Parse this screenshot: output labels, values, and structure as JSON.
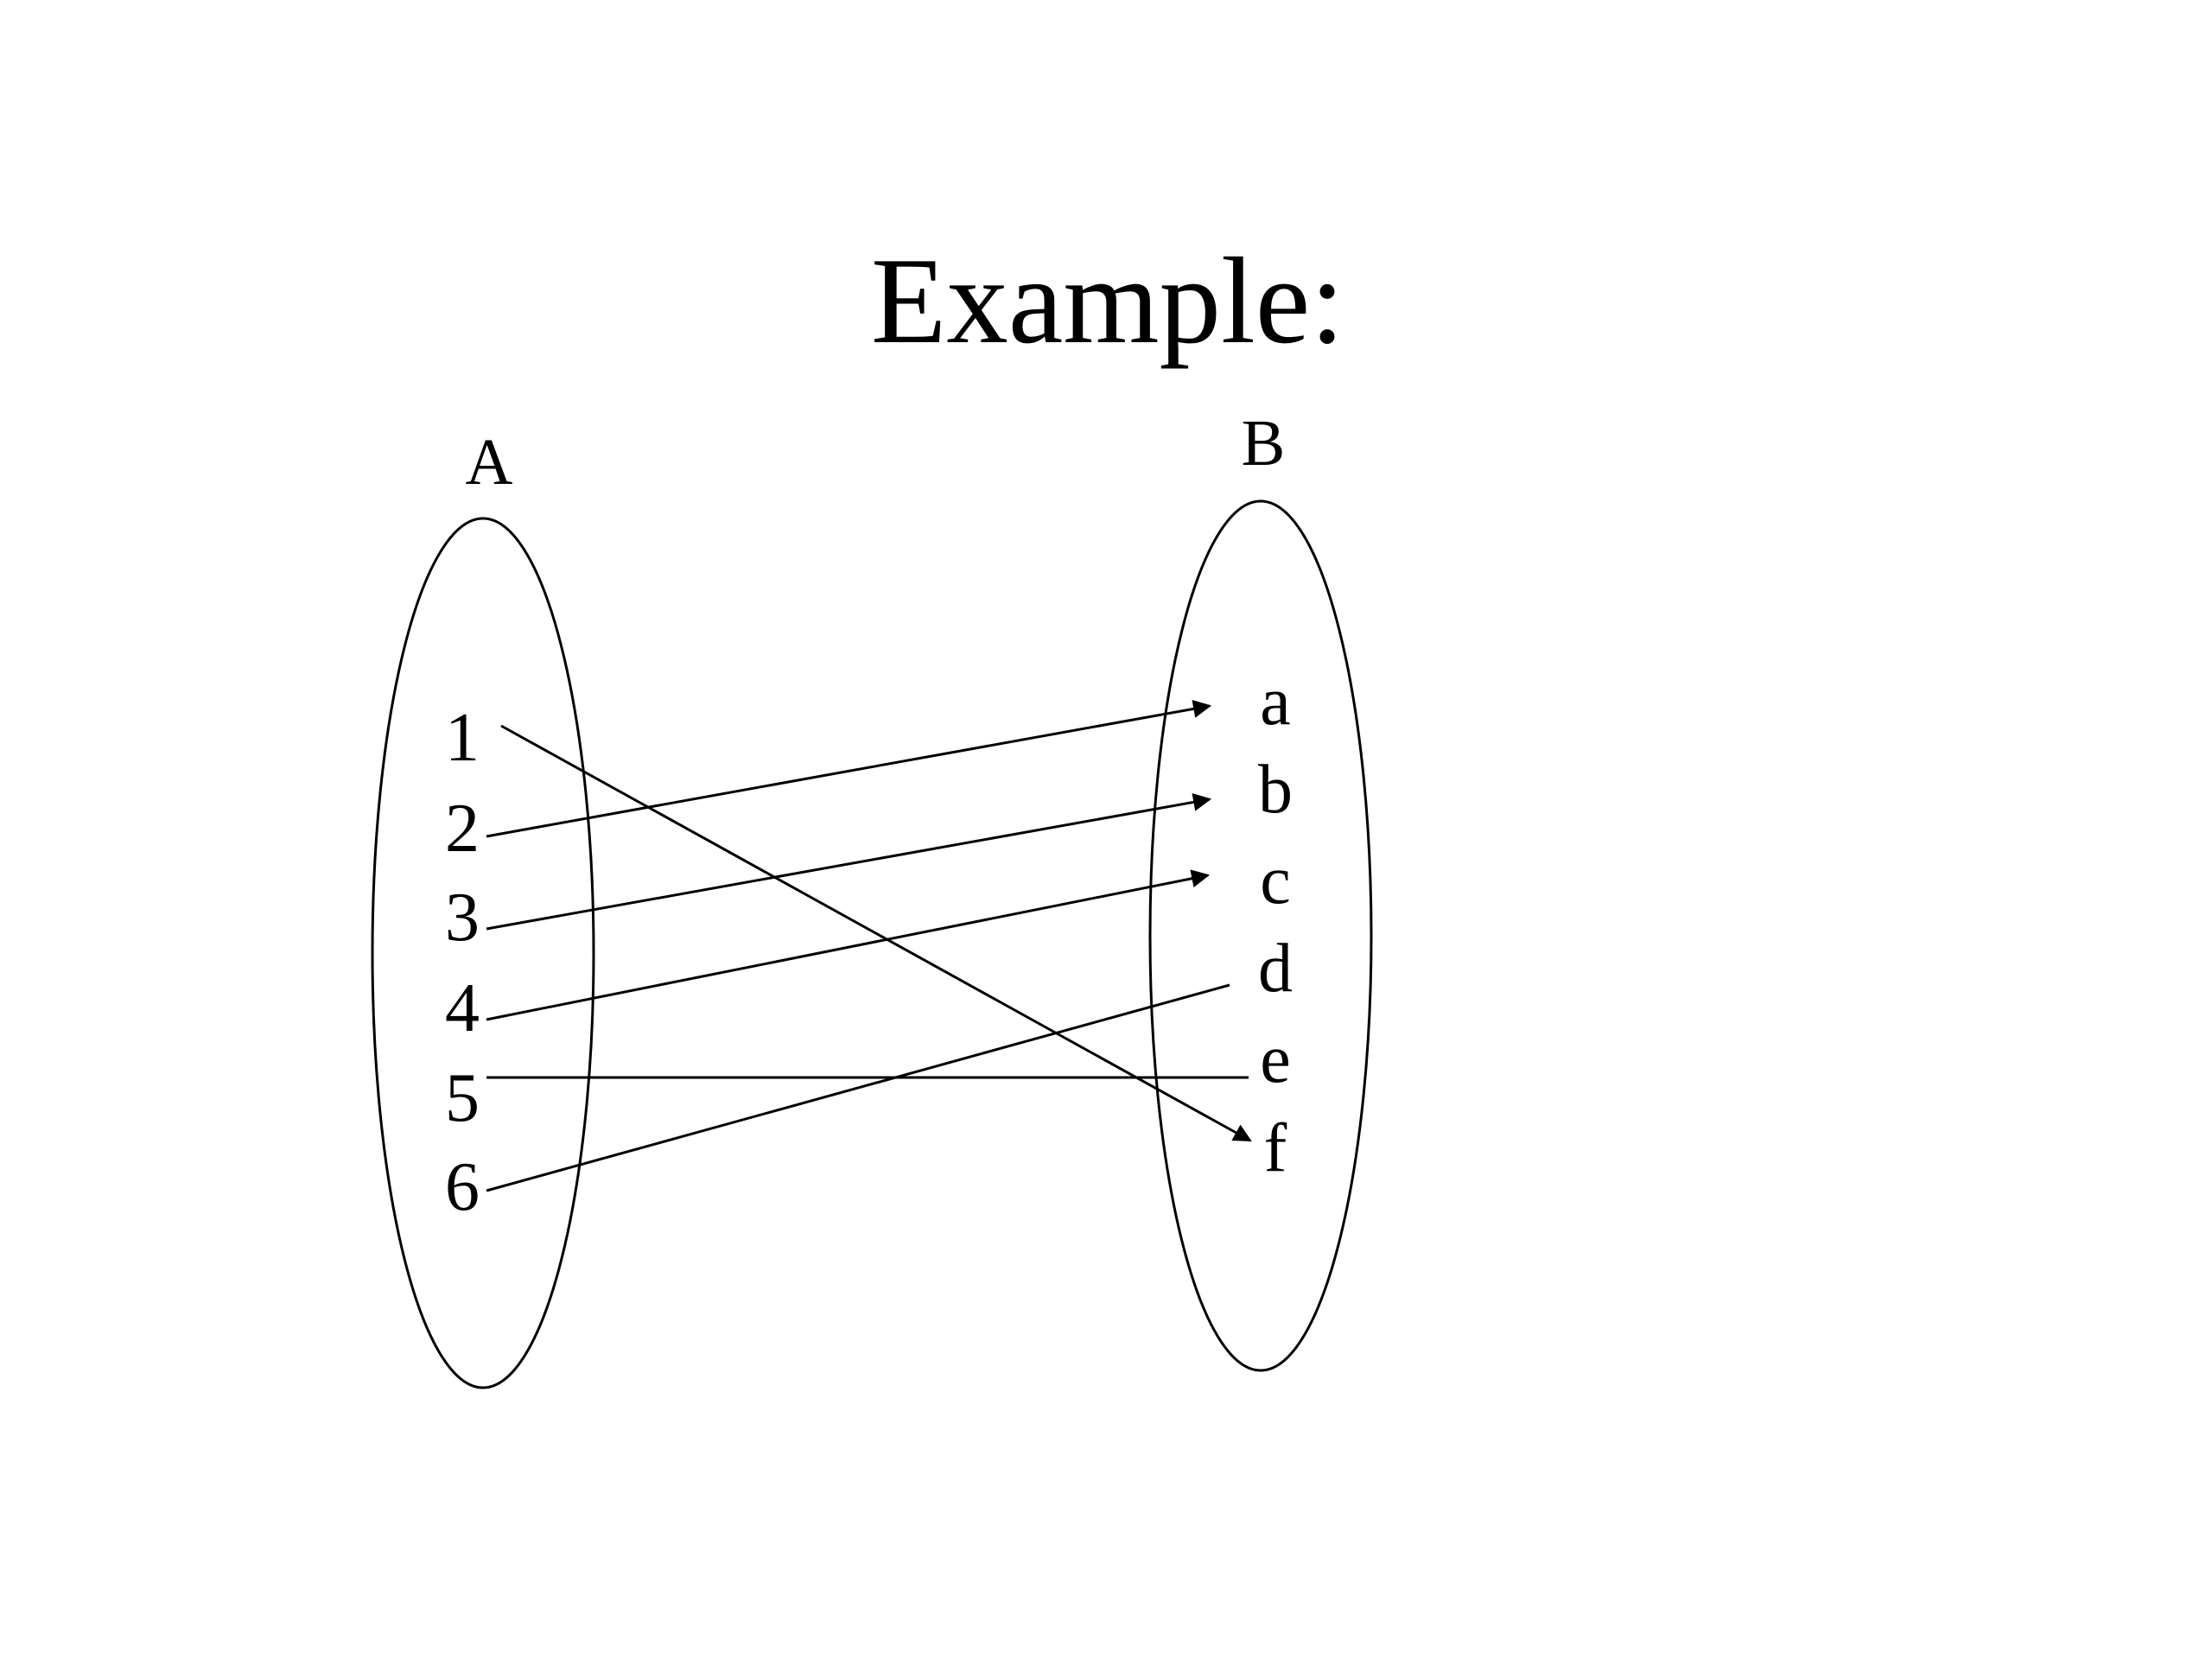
{
  "title": "Example:",
  "set_a": {
    "label": "A",
    "elements": [
      "1",
      "2",
      "3",
      "4",
      "5",
      "6"
    ]
  },
  "set_b": {
    "label": "B",
    "elements": [
      "a",
      "b",
      "c",
      "d",
      "e",
      "f"
    ]
  },
  "mappings": [
    {
      "from": "1",
      "to": "f",
      "arrow": true
    },
    {
      "from": "2",
      "to": "a",
      "arrow": true
    },
    {
      "from": "3",
      "to": "b",
      "arrow": true
    },
    {
      "from": "4",
      "to": "c",
      "arrow": true
    },
    {
      "from": "5",
      "to": "e",
      "arrow": false
    },
    {
      "from": "6",
      "to": "d",
      "arrow": false
    }
  ],
  "colors": {
    "stroke": "#000000",
    "background": "#ffffff"
  }
}
